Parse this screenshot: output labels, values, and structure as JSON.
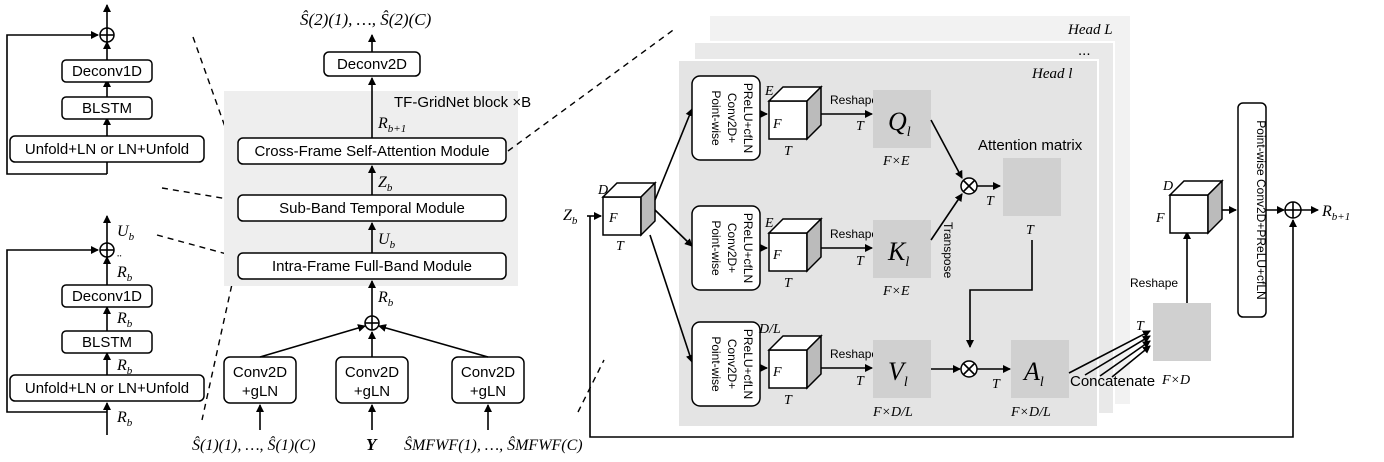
{
  "left_blocks": {
    "top": {
      "deconv": "Deconv1D",
      "blstm": "BLSTM",
      "unfold": "Unfold+LN or LN+Unfold"
    },
    "bottom": {
      "deconv": "Deconv1D",
      "blstm": "BLSTM",
      "unfold": "Unfold+LN or LN+Unfold",
      "label_Ub": "U",
      "label_Rb": "R",
      "label_Rddot": "R",
      "label_Rdot1": "R",
      "label_Rdot2": "R"
    }
  },
  "middle": {
    "block_title": "TF-GridNet block ×B",
    "deconv2d": "Deconv2D",
    "output_label": "Ŝ(2)(1), …, Ŝ(2)(C)",
    "cross_frame": "Cross-Frame Self-Attention Module",
    "sub_band": "Sub-Band Temporal Module",
    "intra_frame": "Intra-Frame Full-Band Module",
    "R_b1": "R",
    "R_b1_sub": "b+1",
    "Z_b": "Z",
    "Z_b_sub": "b",
    "U_b": "U",
    "U_b_sub": "b",
    "R_b": "R",
    "R_b_sub": "b",
    "conv_left": [
      "Conv2D",
      "+gLN"
    ],
    "conv_mid": [
      "Conv2D",
      "+gLN"
    ],
    "conv_right": [
      "Conv2D",
      "+gLN"
    ],
    "input_left": "Ŝ(1)(1), …, Ŝ(1)(C)",
    "input_mid": "Y",
    "input_right": "ŜMFWF(1), …, ŜMFWF(C)"
  },
  "right": {
    "head_L": "Head L",
    "dots": "...",
    "head_l": "Head l",
    "pw_conv": [
      "Point-wise",
      "Conv2D+",
      "PReLU+cfLN"
    ],
    "reshape": "Reshape",
    "transpose": "Transpose",
    "attention_matrix": "Attention matrix",
    "concatenate": "Concatenate",
    "final_conv": "Point-wise Conv2D+PReLU+cfLN",
    "Q": "Q",
    "K": "K",
    "V": "V",
    "A": "A",
    "FxE": "F×E",
    "FxDL": "F×D/L",
    "FxD": "F×D",
    "E": "E",
    "D": "D",
    "D_L": "D/L",
    "F": "F",
    "T": "T",
    "Zb": "Z",
    "Rb1": "R"
  }
}
